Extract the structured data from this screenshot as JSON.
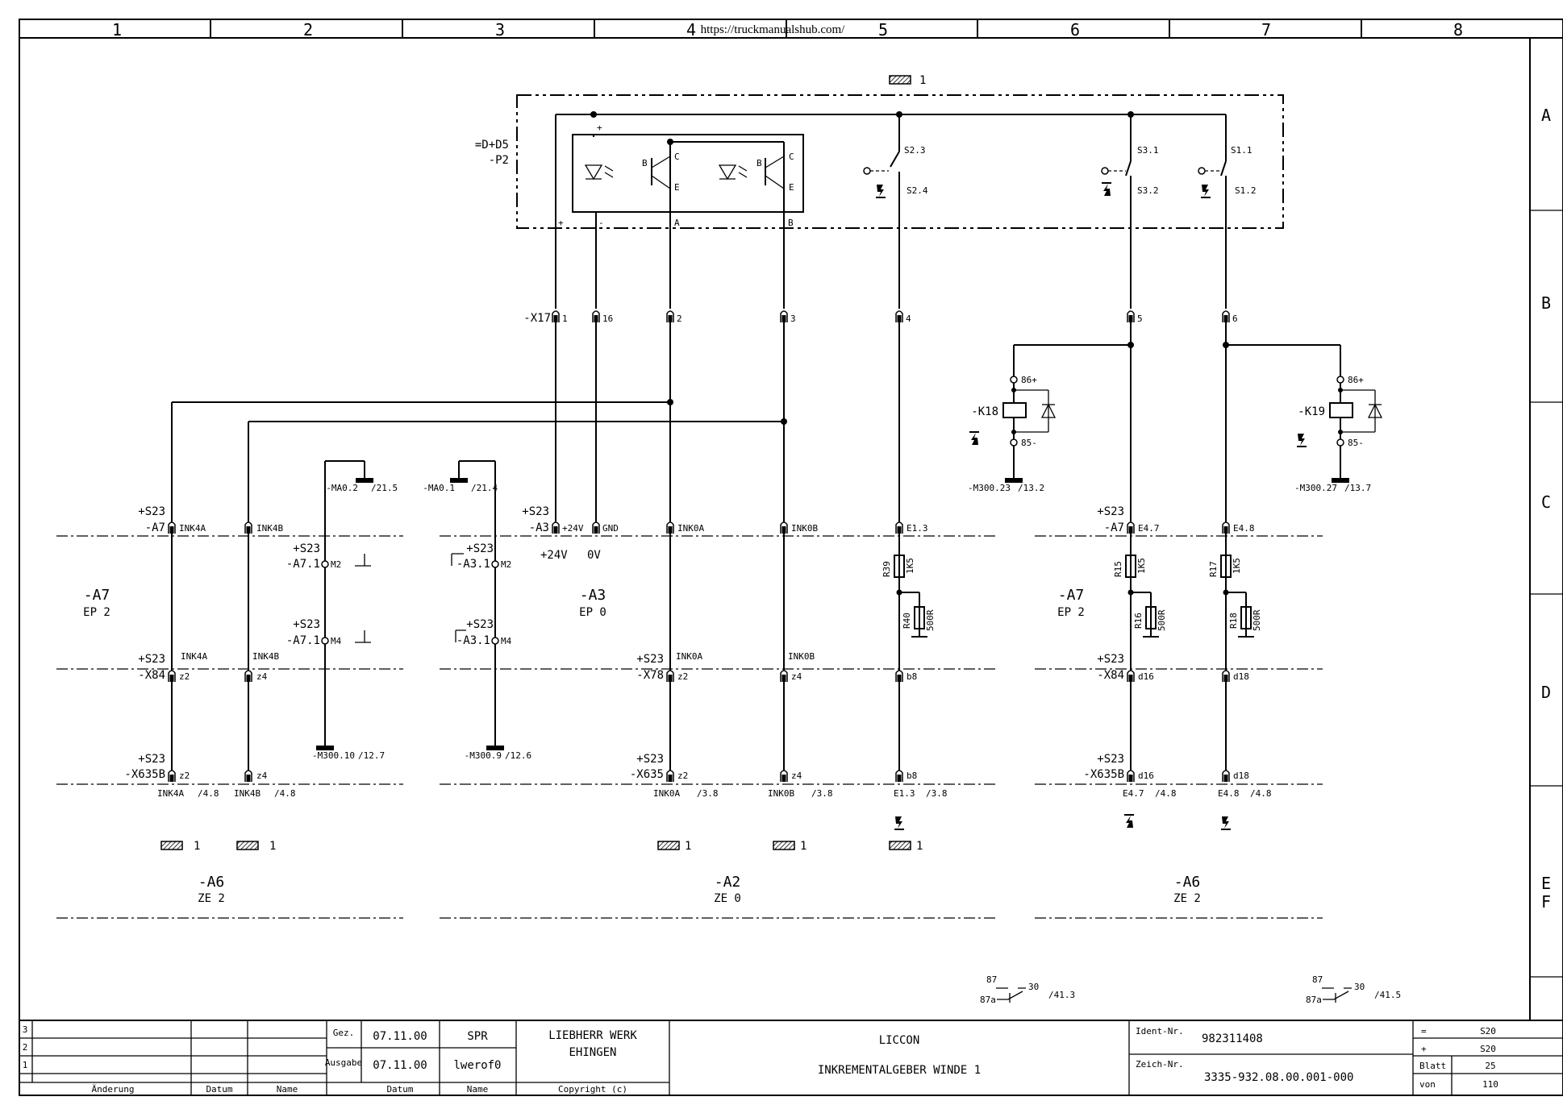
{
  "url_watermark": "https://truckmanualshub.com/",
  "columns": [
    "1",
    "2",
    "3",
    "4",
    "5",
    "6",
    "7",
    "8"
  ],
  "rows": [
    "A",
    "B",
    "C",
    "D",
    "E",
    "F"
  ],
  "top_ref": "1",
  "device": {
    "name1": "=D+D5",
    "name2": "-P2",
    "plus": "+",
    "minus": "-",
    "a": "A",
    "b": "B",
    "plus_top": "+"
  },
  "transistor": {
    "b": "B",
    "c": "C",
    "e": "E"
  },
  "switches": {
    "s23": "S2.3",
    "s24": "S2.4",
    "s31": "S3.1",
    "s32": "S3.2",
    "s11": "S1.1",
    "s12": "S1.2"
  },
  "x17": {
    "name": "-X17",
    "pins": [
      "1",
      "16",
      "2",
      "3",
      "4",
      "5",
      "6"
    ]
  },
  "relays": {
    "k18": {
      "name": "-K18",
      "t1": "86+",
      "t2": "85-",
      "gnd": "-M300.23",
      "ref": "/13.2"
    },
    "k19": {
      "name": "-K19",
      "t1": "86+",
      "t2": "85-",
      "gnd": "-M300.27",
      "ref": "/13.7"
    }
  },
  "masses": {
    "ma02": {
      "label": "-MA0.2",
      "ref": "/21.5"
    },
    "ma01": {
      "label": "-MA0.1",
      "ref": "/21.4"
    },
    "m300_10": {
      "label": "-M300.10",
      "ref": "/12.7"
    },
    "m300_9": {
      "label": "-M300.9",
      "ref": "/12.6"
    }
  },
  "s23": "+S23",
  "rowC": {
    "a7": "-A7",
    "ink4a": "INK4A",
    "ink4b": "INK4B",
    "a3": "-A3",
    "p24": "+24V",
    "gnd": "GND",
    "ink0a": "INK0A",
    "ink0b": "INK0B",
    "e13": "E1.3",
    "a7r": "-A7",
    "e47": "E4.7",
    "e48": "E4.8",
    "v24": "+24V",
    "v0": "0V"
  },
  "mid": {
    "a71": "-A7.1",
    "m2": "M2",
    "m4": "M4",
    "a31": "-A3.1",
    "a7_name": "-A7",
    "ep2": "EP 2",
    "a3_name": "-A3",
    "ep0": "EP 0",
    "a7r_name": "-A7",
    "ep2r": "EP 2"
  },
  "resistors": {
    "r39": "R39",
    "r39v": "1K5",
    "r40": "R40",
    "r40v": "500R",
    "r15": "R15",
    "r15v": "1K5",
    "r16": "R16",
    "r16v": "500R",
    "r17": "R17",
    "r17v": "1K5",
    "r18": "R18",
    "r18v": "500R"
  },
  "rowE": {
    "x84": "-X84",
    "x78": "-X78",
    "x84r": "-X84",
    "ink4a": "INK4A",
    "ink4b": "INK4B",
    "ink0a": "INK0A",
    "ink0b": "INK0B",
    "z2": "z2",
    "z4": "z4",
    "b8": "b8",
    "d16": "d16",
    "d18": "d18"
  },
  "rowX": {
    "x635b": "-X635B",
    "x635": "-X635",
    "x635br": "-X635B",
    "z2": "z2",
    "z4": "z4",
    "b8": "b8",
    "d16": "d16",
    "d18": "d18"
  },
  "bottom_refs": {
    "ink4a": "INK4A",
    "ink4a_r": "/4.8",
    "ink4b": "INK4B",
    "ink4b_r": "/4.8",
    "ink0a": "INK0A",
    "ink0a_r": "/3.8",
    "ink0b": "INK0B",
    "ink0b_r": "/3.8",
    "e13": "E1.3",
    "e13_r": "/3.8",
    "e47": "E4.7",
    "e47_r": "/4.8",
    "e48": "E4.8",
    "e48_r": "/4.8"
  },
  "shield_ref": "1",
  "modules": {
    "a6l": "-A6",
    "ze2l": "ZE 2",
    "a2": "-A2",
    "ze0": "ZE 0",
    "a6r": "-A6",
    "ze2r": "ZE 2"
  },
  "contacts": {
    "c1": {
      "n87": "87",
      "n87a": "87a",
      "n30": "30",
      "ref": "/41.3"
    },
    "c2": {
      "n87": "87",
      "n87a": "87a",
      "n30": "30",
      "ref": "/41.5"
    }
  },
  "titleblock": {
    "rev": [
      "3",
      "2",
      "1"
    ],
    "aenderung": "Änderung",
    "datum": "Datum",
    "name": "Name",
    "gez": "Gez.",
    "ausgabe": "Ausgabe",
    "gez_date": "07.11.00",
    "gez_name": "SPR",
    "aus_date": "07.11.00",
    "aus_name": "lwerof0",
    "datum2": "Datum",
    "name2": "Name",
    "company1": "LIEBHERR WERK",
    "company2": "EHINGEN",
    "copyright": "Copyright (c)",
    "title1": "LICCON",
    "title2": "INKREMENTALGEBER WINDE 1",
    "ident_label": "Ident-Nr.",
    "ident": "982311408",
    "zeich_label": "Zeich-Nr.",
    "zeich": "3335-932.08.00.001-000",
    "eq": "=",
    "eq_val": "S20",
    "plus": "+",
    "plus_val": "S20",
    "blatt": "Blatt",
    "blatt_val": "25",
    "von": "von",
    "von_val": "110"
  }
}
